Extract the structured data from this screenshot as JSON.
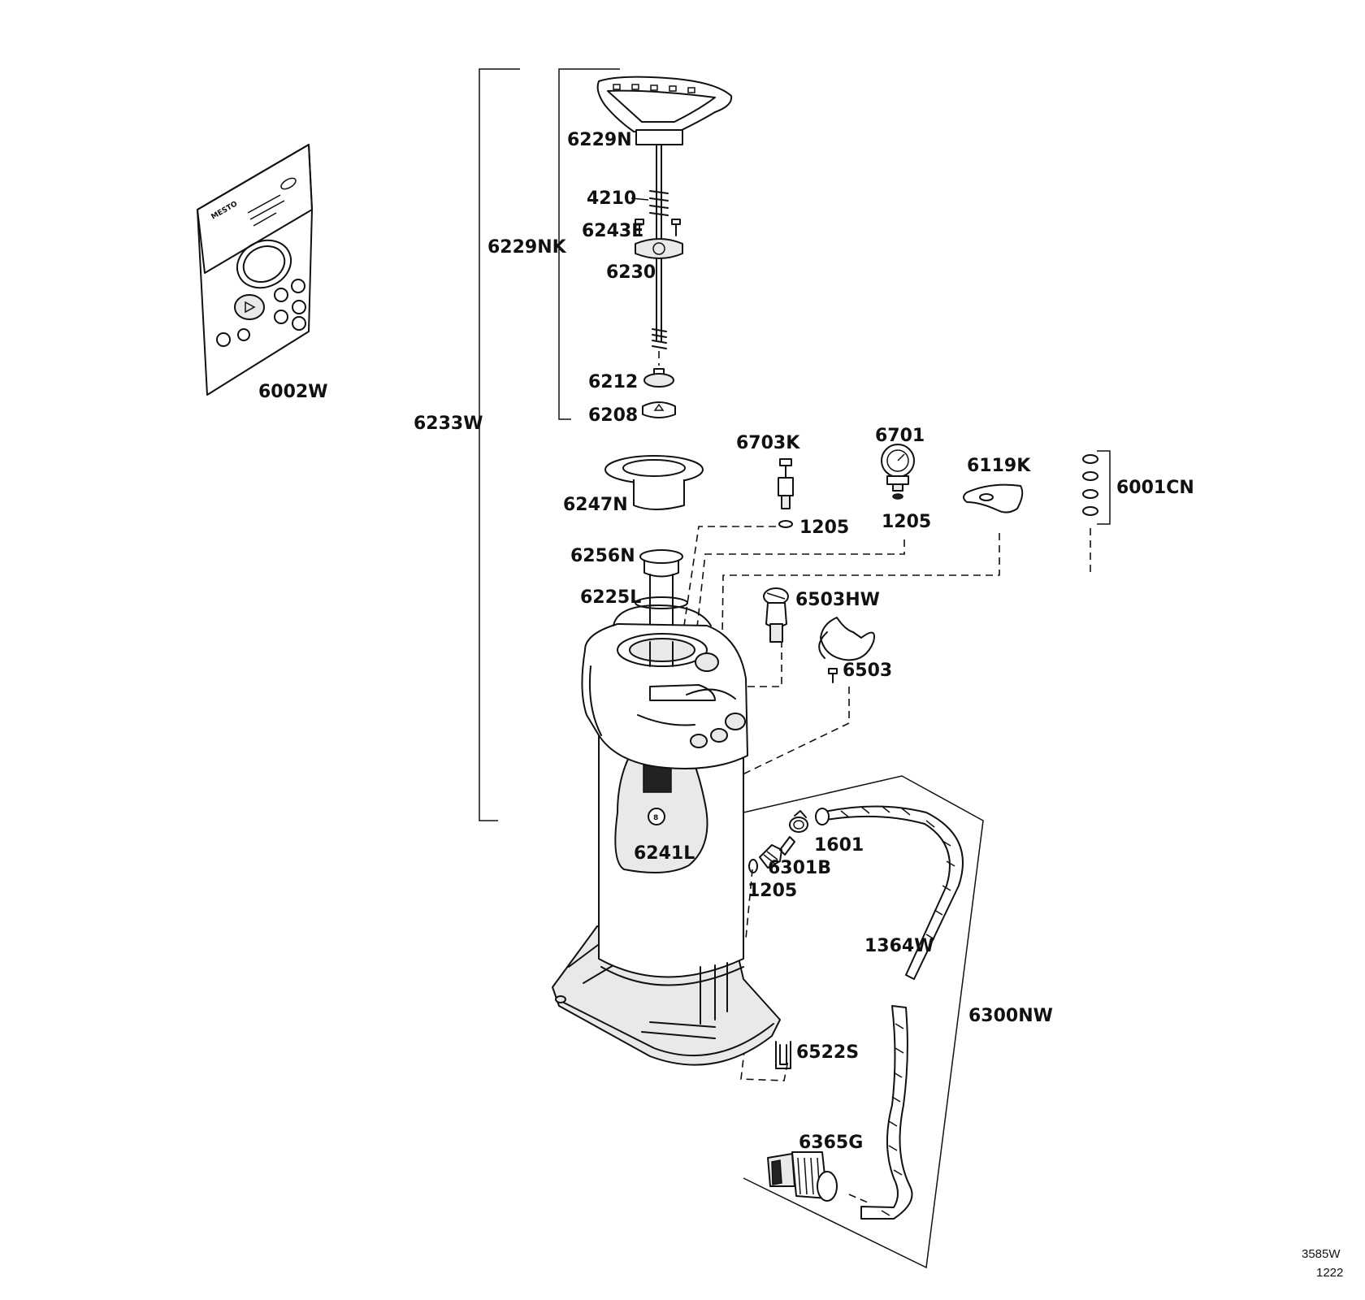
{
  "parts": {
    "p6002W": "6002W",
    "p6233W": "6233W",
    "p6229NK": "6229NK",
    "p6229N": "6229N",
    "p4210": "4210",
    "p6243E": "6243E",
    "p6230": "6230",
    "p6212": "6212",
    "p6208": "6208",
    "p6247N": "6247N",
    "p6703K": "6703K",
    "p1205a": "1205",
    "p6701": "6701",
    "p1205b": "1205",
    "p6119K": "6119K",
    "p6001CN": "6001CN",
    "p6256N": "6256N",
    "p6225L": "6225L",
    "p6503HW": "6503HW",
    "p6503": "6503",
    "p6241L": "6241L",
    "p1601": "1601",
    "p6301B": "6301B",
    "p1205c": "1205",
    "p1364W": "1364W",
    "p6300NW": "6300NW",
    "p6522S": "6522S",
    "p6365G": "6365G"
  },
  "package_brand": "MESTO",
  "reference": {
    "code": "3585W",
    "date": "1222"
  }
}
